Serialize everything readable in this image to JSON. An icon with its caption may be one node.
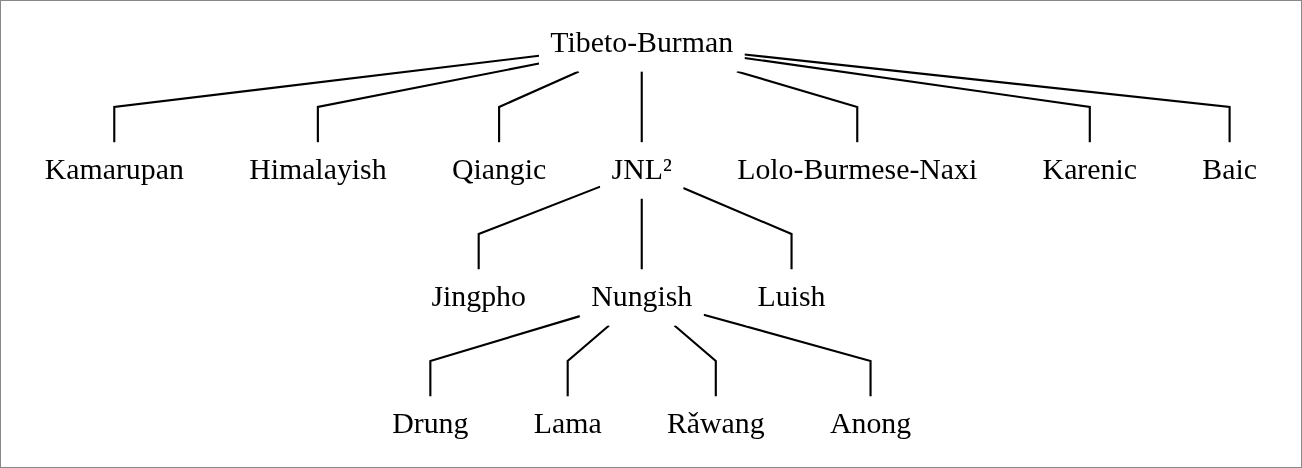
{
  "diagram": {
    "nodes": [
      {
        "text": [
          "Tibeto-Burman"
        ]
      },
      {
        "text": [
          "Kamarupan"
        ]
      },
      {
        "text": [
          "Baic"
        ]
      },
      {
        "text": [
          "Himalayish"
        ]
      },
      {
        "text": [
          "Karenic"
        ]
      },
      {
        "text": [
          "Qiangic"
        ]
      },
      {
        "text": [
          "Lolo-Burmese-Naxi"
        ]
      },
      {
        "text": [
          "JNL²"
        ]
      },
      {
        "text": [
          "Jingpho"
        ]
      },
      {
        "text": [
          "Nungish"
        ]
      },
      {
        "text": [
          "Luish"
        ]
      },
      {
        "text": [
          "Drung"
        ]
      },
      {
        "text": [
          "Lama"
        ]
      },
      {
        "text": [
          "Rǎwang"
        ]
      },
      {
        "text": [
          "Anong"
        ]
      }
    ],
    "edges": [
      {
        "from": 0,
        "to": 1,
        "arrow": "none"
      },
      {
        "from": 0,
        "to": 3,
        "arrow": "none"
      },
      {
        "from": 0,
        "to": 5,
        "arrow": "none"
      },
      {
        "from": 0,
        "to": 7,
        "arrow": "none"
      },
      {
        "from": 0,
        "to": 6,
        "arrow": "none"
      },
      {
        "from": 0,
        "to": 4,
        "arrow": "none"
      },
      {
        "from": 0,
        "to": 2,
        "arrow": "none"
      },
      {
        "from": 7,
        "to": 8,
        "arrow": "none"
      },
      {
        "from": 7,
        "to": 9,
        "arrow": "none"
      },
      {
        "from": 7,
        "to": 10,
        "arrow": "none"
      },
      {
        "from": 9,
        "to": 11,
        "arrow": "none"
      },
      {
        "from": 9,
        "to": 12,
        "arrow": "none"
      },
      {
        "from": 9,
        "to": 13,
        "arrow": "none"
      },
      {
        "from": 9,
        "to": 14,
        "arrow": "none"
      }
    ]
  }
}
